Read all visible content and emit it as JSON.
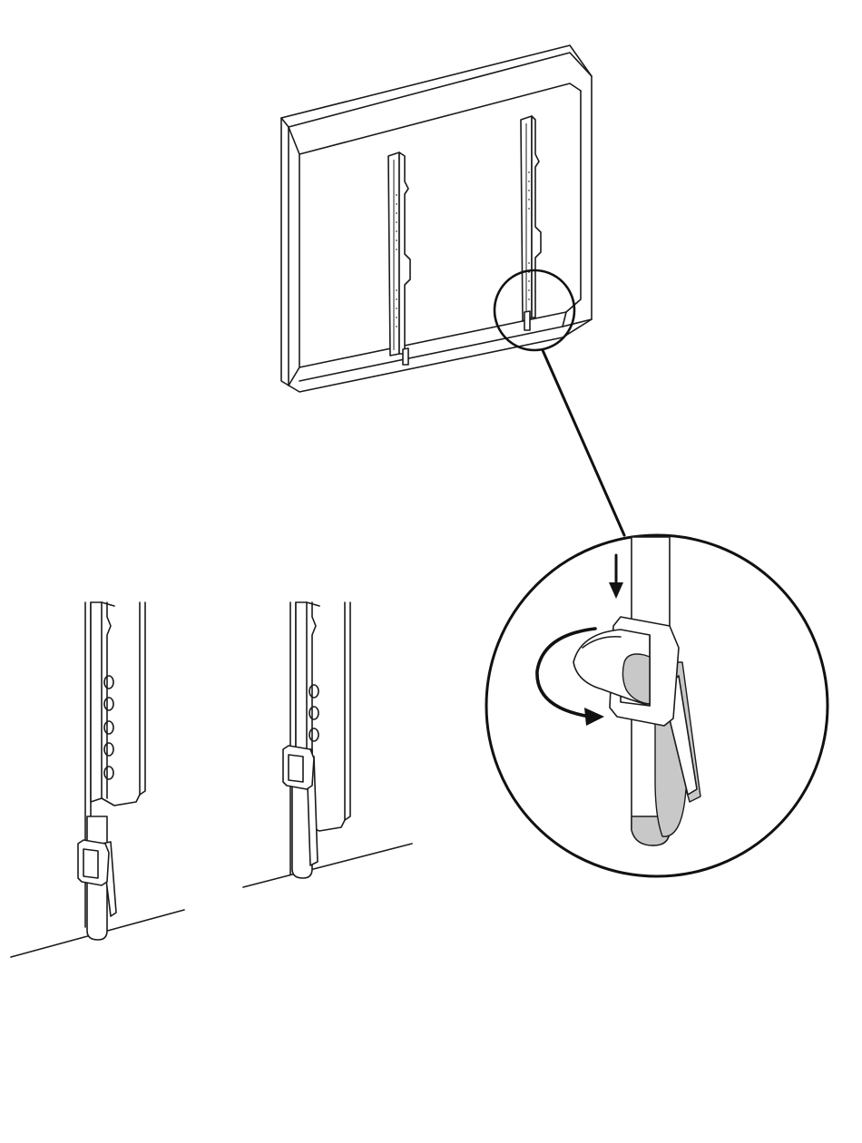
{
  "illustration": {
    "views": [
      "tv-back-with-brackets",
      "detail-magnifier",
      "strap-step-before",
      "strap-step-after"
    ],
    "icons": [
      "arrow-down-icon",
      "rotate-arrow-icon"
    ],
    "colors": {
      "line": "#1a1a1a",
      "background": "#ffffff",
      "shade": "#c8c8c8"
    }
  }
}
